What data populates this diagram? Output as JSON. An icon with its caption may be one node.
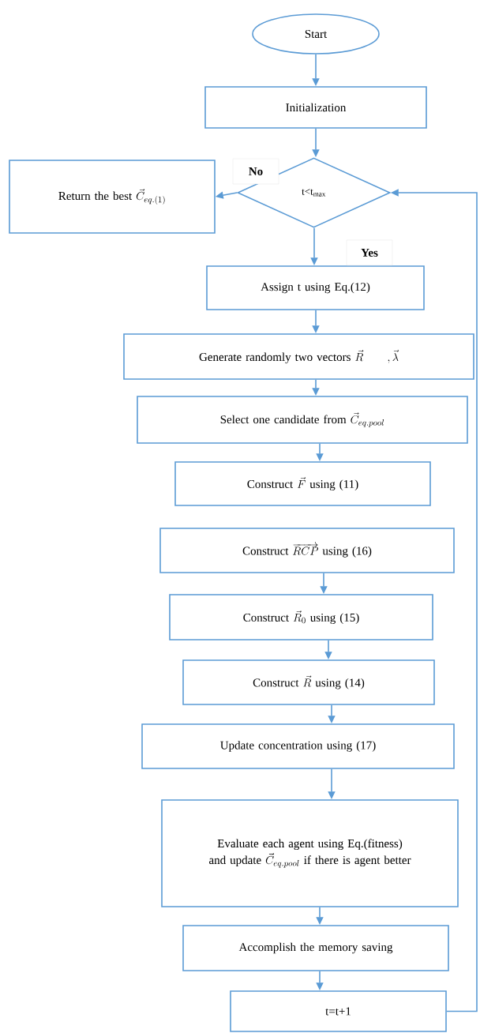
{
  "diagram": {
    "nodes": [
      {
        "text": [
          "Start"
        ]
      },
      {
        "text": [
          "Initialization"
        ]
      },
      {
        "text": [
          "t<t$_{max}$"
        ]
      },
      {
        "text": [
          "Return the best",
          "\\vec{C}_{eq.(1)}"
        ]
      },
      {
        "text": [
          "Assign t using Eq.(12)"
        ]
      },
      {
        "text": [
          "Generate randomly two vectors",
          "\\vec{R}\\;\\;,\\vec{\\lambda}"
        ]
      },
      {
        "text": [
          "Select one candidate from",
          "\\vec{C}_{eq.pool}"
        ]
      },
      {
        "text": [
          "Construct",
          "\\vec{F}",
          "using (11)"
        ]
      },
      {
        "text": [
          "Construct",
          "\\overrightarrow{RCP}",
          "using (16)"
        ]
      },
      {
        "text": [
          "Construct",
          "\\vec{R}_{0}",
          "using (15)"
        ]
      },
      {
        "text": [
          "Construct",
          "\\vec{R}",
          "using (14)"
        ]
      },
      {
        "text": [
          "Update concentration using (17)"
        ]
      },
      {
        "text": [
          "Evaluate each agent using Eq.(fitness) and update",
          "\\vec{C}_{eq.pool}",
          "if there is agent better"
        ]
      },
      {
        "text": [
          "Accomplish the memory saving"
        ]
      },
      {
        "text": [
          "t=t+1"
        ]
      }
    ],
    "edges": [
      {
        "from": 0,
        "to": 1,
        "arrow": "to"
      },
      {
        "from": 1,
        "to": 2,
        "arrow": "to"
      },
      {
        "from": 2,
        "to": 3,
        "arrow": "to",
        "label": "No"
      },
      {
        "from": 2,
        "to": 4,
        "arrow": "to",
        "label": "Yes"
      },
      {
        "from": 4,
        "to": 5,
        "arrow": "to"
      },
      {
        "from": 5,
        "to": 6,
        "arrow": "to"
      },
      {
        "from": 6,
        "to": 7,
        "arrow": "to"
      },
      {
        "from": 8,
        "to": 9,
        "arrow": "to"
      },
      {
        "from": 9,
        "to": 10,
        "arrow": "to"
      },
      {
        "from": 10,
        "to": 11,
        "arrow": "to"
      },
      {
        "from": 11,
        "to": 12,
        "arrow": "to"
      },
      {
        "from": 12,
        "to": 13,
        "arrow": "to"
      },
      {
        "from": 13,
        "to": 14,
        "arrow": "to"
      },
      {
        "from": 14,
        "to": 2,
        "arrow": "to"
      }
    ]
  }
}
